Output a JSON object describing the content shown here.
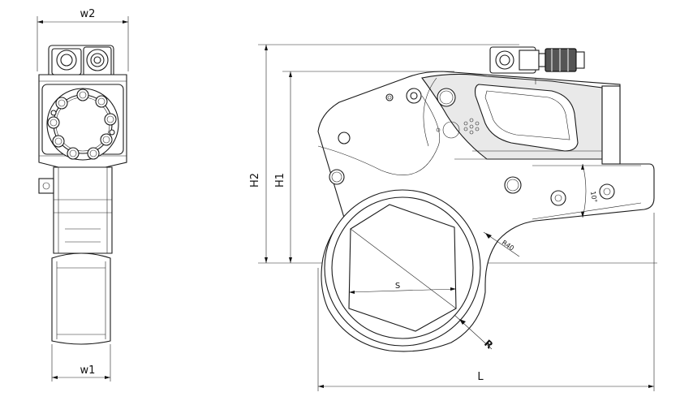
{
  "dimensions": {
    "w2": "w2",
    "w1": "w1",
    "h2": "H2",
    "h1": "H1",
    "l": "L",
    "s": "S",
    "r": "R",
    "r40": "R40",
    "angle": "10°"
  }
}
